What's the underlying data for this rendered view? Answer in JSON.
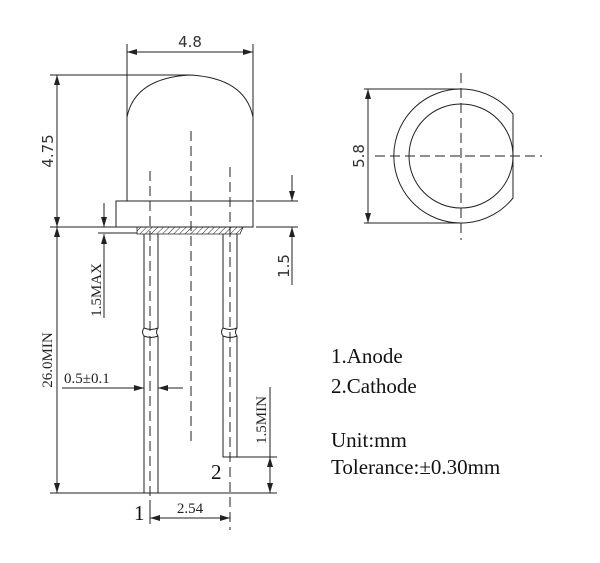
{
  "dimensions": {
    "lens_diameter": "4.8",
    "lens_height": "4.75",
    "flange_diameter": "5.8",
    "flange_height": "1.5",
    "standoff_max": "1.5MAX",
    "lead_length": "26.0MIN",
    "lead_width": "0.5±0.1",
    "lead_offset": "1.5MIN",
    "lead_pitch": "2.54"
  },
  "pins": {
    "pin1": "1",
    "pin2": "2"
  },
  "legend": {
    "pin1_label": "1.Anode",
    "pin2_label": "2.Cathode",
    "unit": "Unit:mm",
    "tolerance_prefix": "Tolerance:",
    "tolerance_value": "±0.30mm"
  }
}
